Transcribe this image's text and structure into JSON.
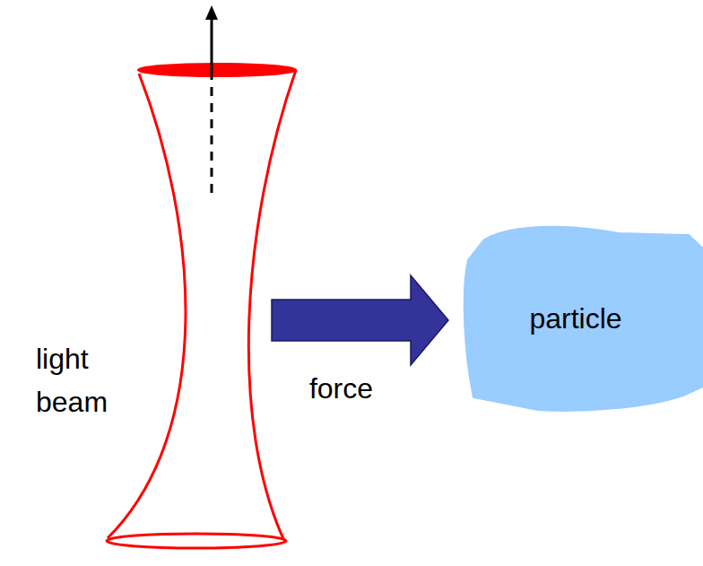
{
  "diagram": {
    "nodes": [
      {
        "text": [
          "light beam"
        ]
      },
      {
        "text": [
          "particle"
        ]
      }
    ],
    "edges": [
      {
        "from": 0,
        "to": 1,
        "arrow": "to",
        "label": "force"
      }
    ]
  }
}
